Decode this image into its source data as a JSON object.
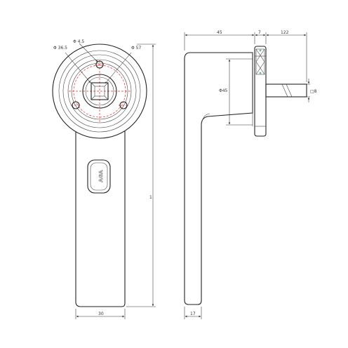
{
  "front_view": {
    "dim_hole": "Φ 4.5",
    "dim_inner": "Φ 36.5",
    "dim_rose": "Φ 57",
    "dim_height": "1",
    "dim_width": "30",
    "logo_text": "AGA"
  },
  "side_view": {
    "dim_length": "45",
    "dim_rose_thickness": "7",
    "dim_spindle_length": "122",
    "dim_handle_height": "Φ45",
    "dim_spindle_square": "□8",
    "dim_thickness": "17"
  }
}
